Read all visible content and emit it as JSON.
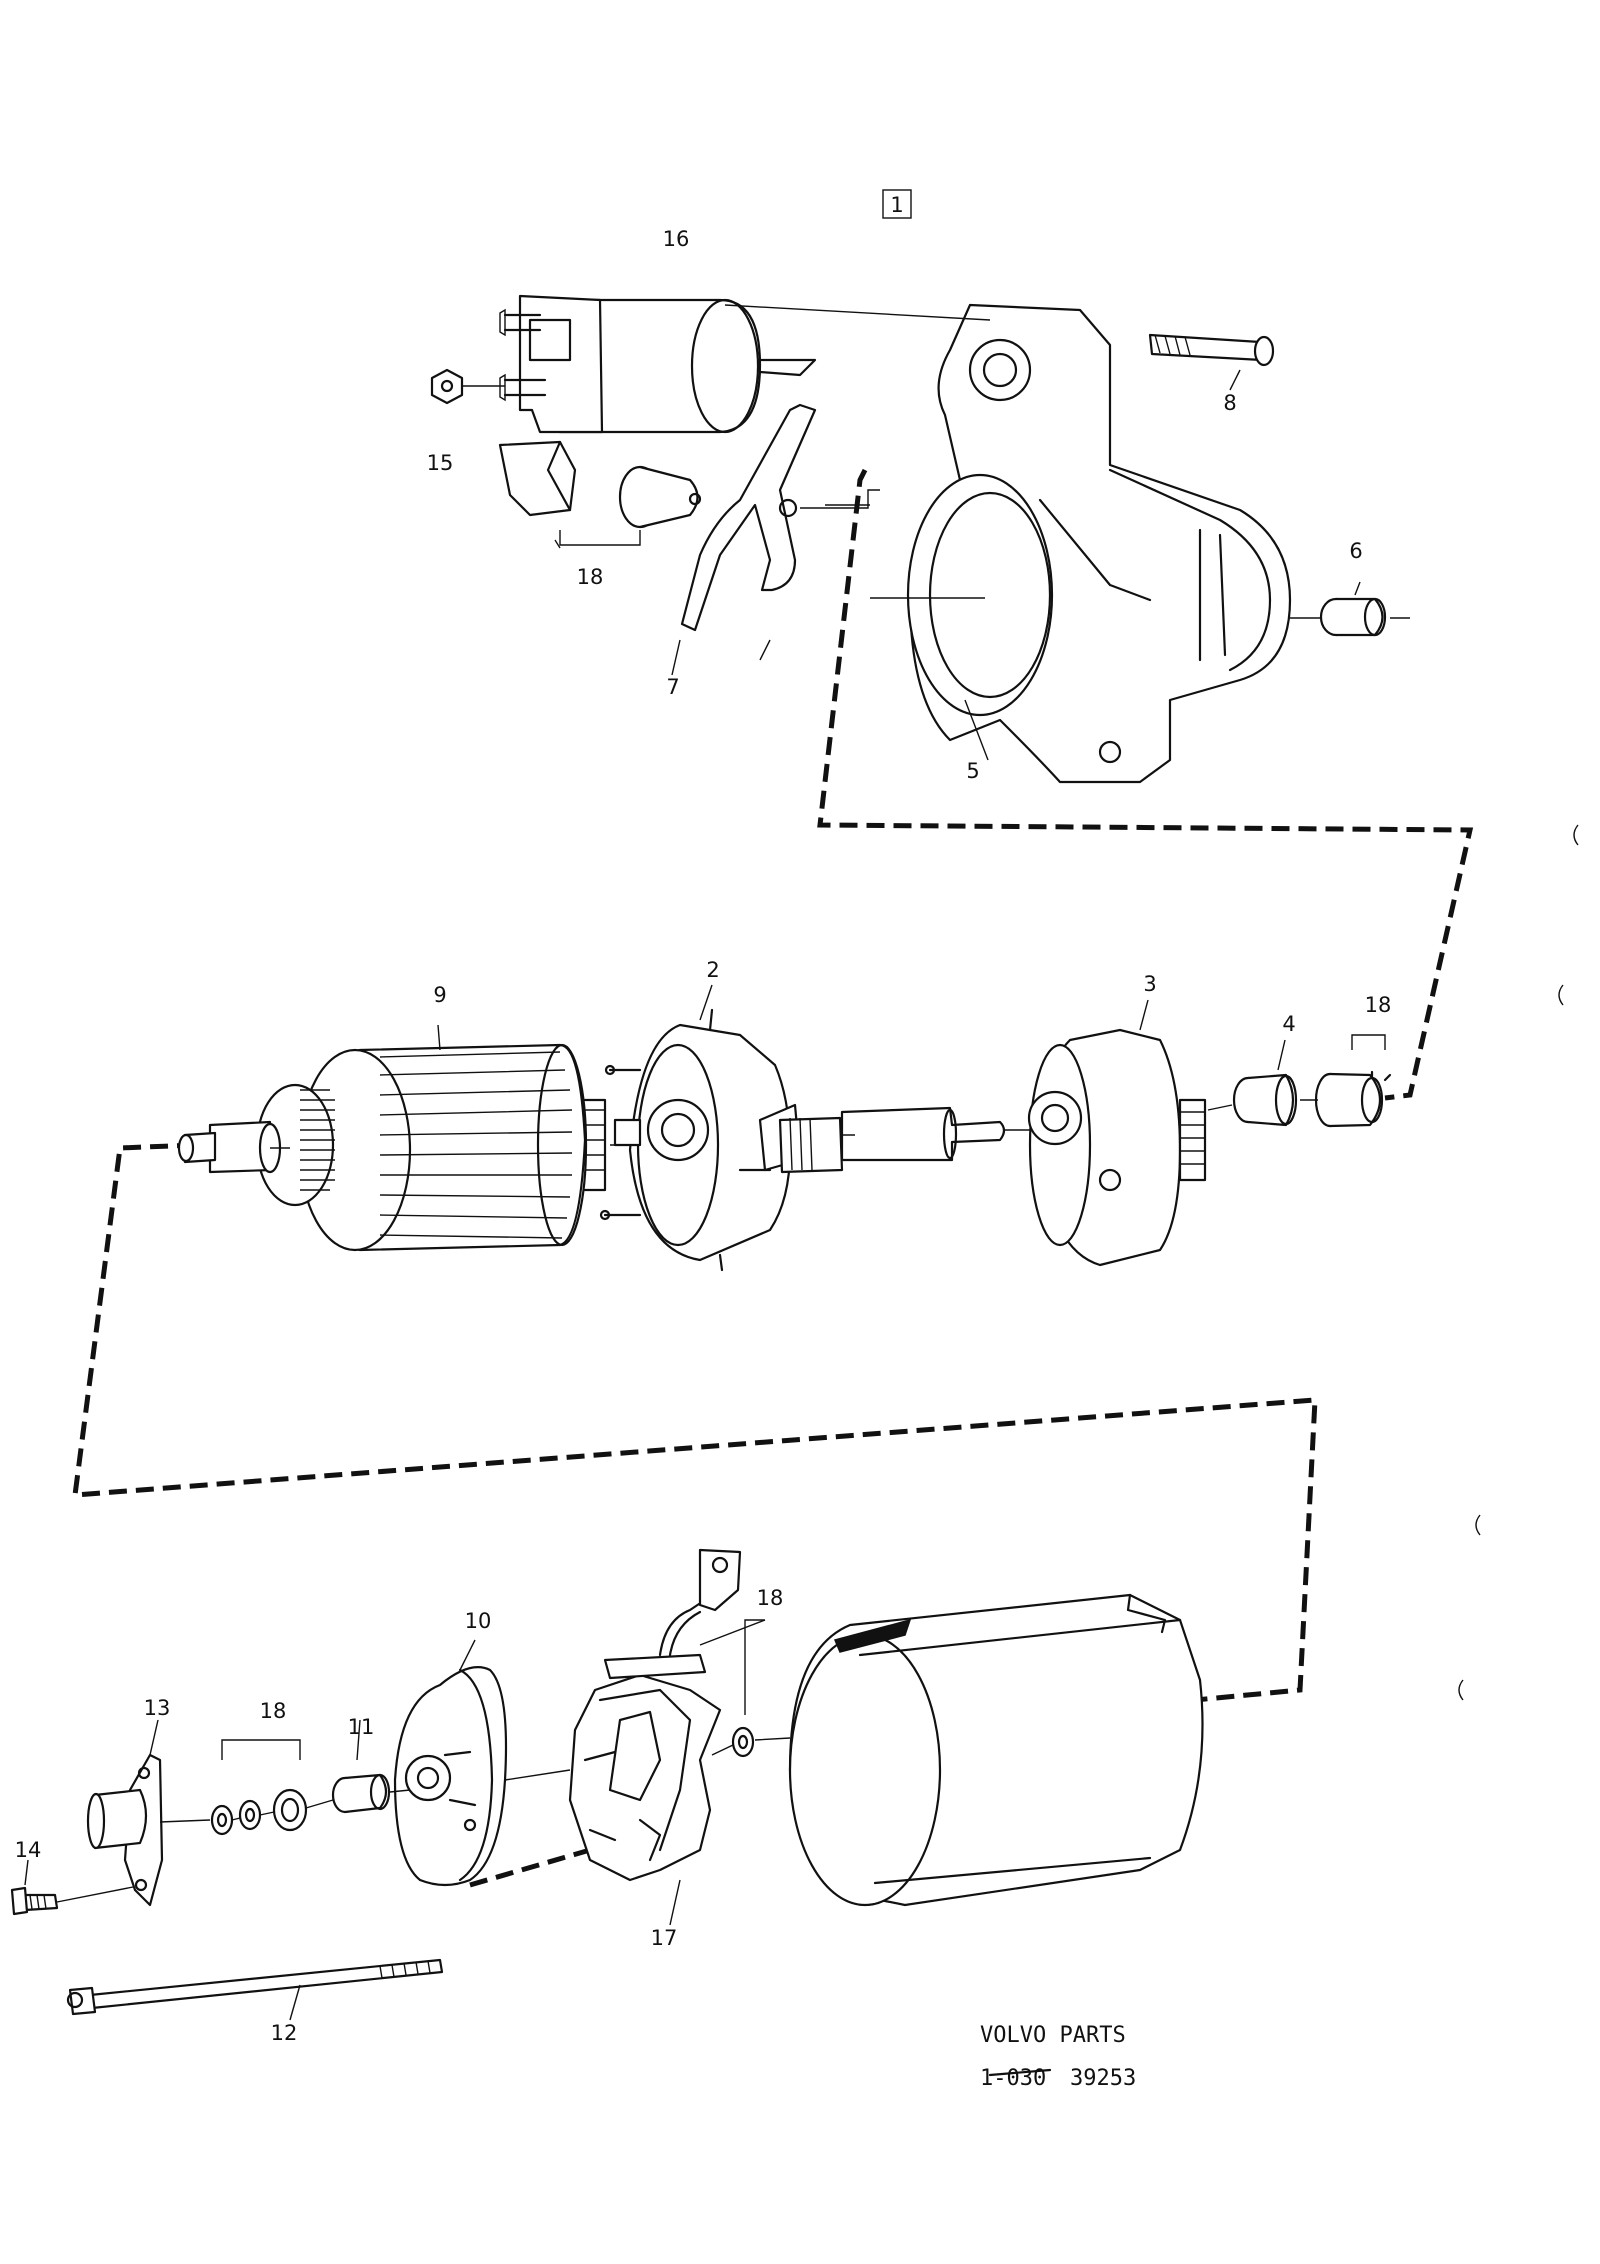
{
  "figure_box_label": "1",
  "part_labels": {
    "p1": "16",
    "p2": "15",
    "p3": "18",
    "p4": "7",
    "p5": "5",
    "p6": "8",
    "p7": "6",
    "p8": "9",
    "p9": "2",
    "p10": "3",
    "p11": "4",
    "p12": "18",
    "p13": "10",
    "p14": "13",
    "p15": "18",
    "p16": "11",
    "p17": "14",
    "p18": "17",
    "p19": "18",
    "p20": "12"
  },
  "footer": {
    "brand": "VOLVO PARTS",
    "code_prefix": "1-030",
    "code": "39253"
  }
}
